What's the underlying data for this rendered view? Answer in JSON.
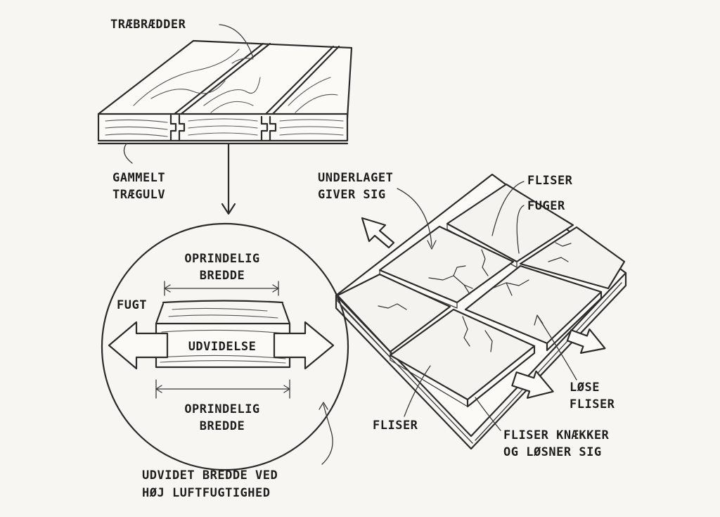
{
  "labels": {
    "traebraedder": "TRÆBRÆDDER",
    "gammelt_1": "GAMMELT",
    "gammelt_2": "TRÆGULV",
    "oprindelig_top_1": "OPRINDELIG",
    "oprindelig_top_2": "BREDDE",
    "fugt": "FUGT",
    "udvidelse": "UDVIDELSE",
    "oprindelig_bot_1": "OPRINDELIG",
    "oprindelig_bot_2": "BREDDE",
    "udvidet_1": "UDVIDET BREDDE VED",
    "udvidet_2": "HØJ LUFTFUGTIGHED",
    "underlaget_1": "UNDERLAGET",
    "underlaget_2": "GIVER SIG",
    "fliser_top": "FLISER",
    "fuger": "FUGER",
    "fliser_bottom": "FLISER",
    "lose_1": "LØSE",
    "lose_2": "FLISER",
    "knaekker_1": "FLISER KNÆKKER",
    "knaekker_2": "OG LØSNER SIG"
  },
  "colors": {
    "background": "#f7f6f2",
    "ink": "#2b2b2b"
  }
}
